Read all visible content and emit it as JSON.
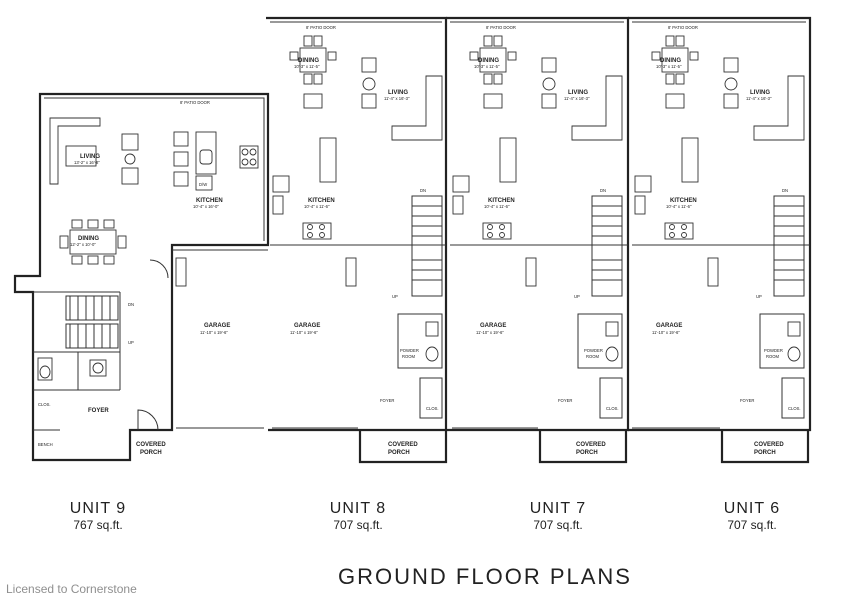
{
  "plan": {
    "title": "GROUND FLOOR PLANS",
    "watermark": "Licensed to Cornerstone"
  },
  "units": [
    {
      "name": "UNIT 9",
      "area": "767 sq.ft."
    },
    {
      "name": "UNIT 8",
      "area": "707 sq.ft."
    },
    {
      "name": "UNIT 7",
      "area": "707 sq.ft."
    },
    {
      "name": "UNIT 6",
      "area": "707 sq.ft."
    }
  ],
  "rooms": {
    "patio_door": "8' PATIO DOOR",
    "dining": "DINING",
    "living": "LIVING",
    "kitchen": "KITCHEN",
    "garage": "GARAGE",
    "foyer": "FOYER",
    "covered_porch_1": "COVERED",
    "covered_porch_2": "PORCH",
    "powder_1": "POWDER",
    "powder_2": "ROOM",
    "closet": "CLOS.",
    "bench": "BENCH",
    "dn": "DN",
    "up": "UP",
    "dw": "D/W"
  },
  "dims": {
    "u9_living": "13'-2\" x 16'-8\"",
    "u9_dining": "12'-2\" x 10'-0\"",
    "u9_kitchen": "10'-4\" x 16'-0\"",
    "dining": "10'-3\" x 11'-5\"",
    "living": "11'-4\" x 16'-3\"",
    "kitchen": "10'-4\" x 11'-6\"",
    "garage": "11'-10\" x 19'-6\""
  }
}
